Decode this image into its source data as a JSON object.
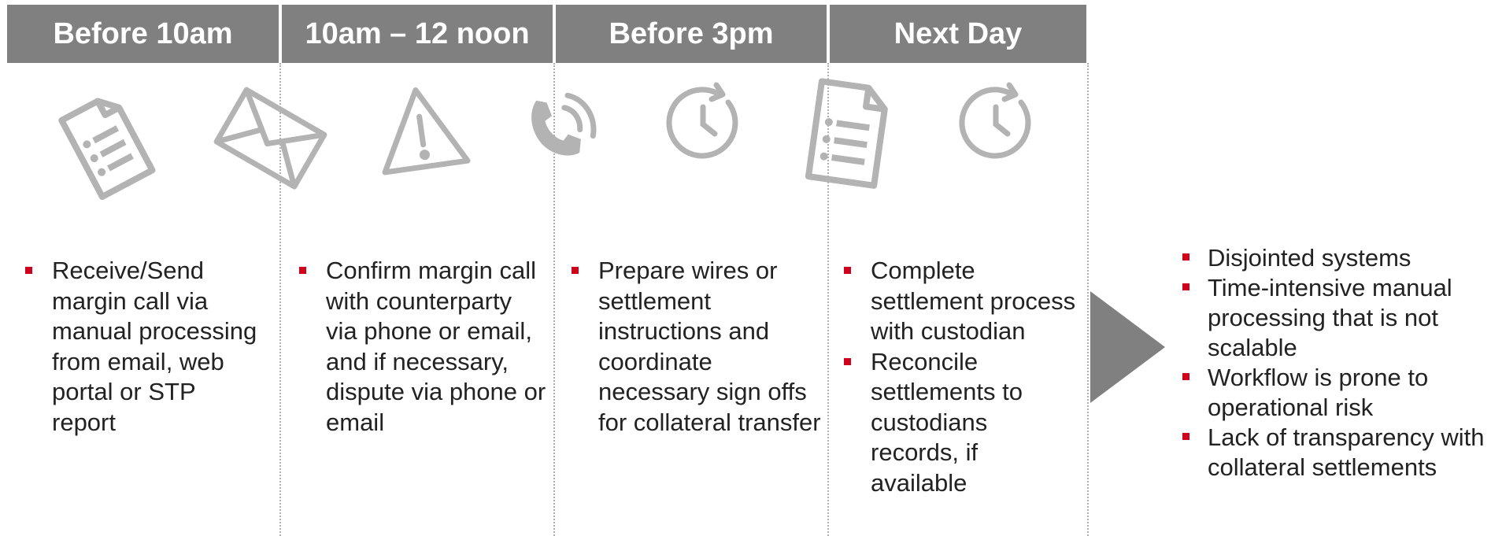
{
  "headers": [
    "Before 10am",
    "10am – 12 noon",
    "Before 3pm",
    "Next Day"
  ],
  "columns": [
    [
      "Receive/Send margin call via manual processing from email, web portal or STP report"
    ],
    [
      "Confirm margin call with counterparty via phone or email, and if necessary, dispute via phone or email"
    ],
    [
      "Prepare wires or settlement instructions and coordinate necessary sign offs for collateral transfer"
    ],
    [
      "Complete settlement process with custodian",
      "Reconcile settlements to custodians records, if available"
    ]
  ],
  "icons": [
    "document-icon",
    "envelope-icon",
    "warning-icon",
    "phone-icon",
    "clock-icon",
    "document-icon",
    "clock-icon"
  ],
  "summary": [
    "Disjointed systems",
    "Time-intensive manual processing that is not scalable",
    "Workflow is prone to operational risk",
    "Lack of transparency with collateral settlements"
  ],
  "colors": {
    "header_bg": "#808080",
    "header_text": "#ffffff",
    "bullet": "#d0021b",
    "icon": "#b3b3b3",
    "arrow": "#808080"
  }
}
